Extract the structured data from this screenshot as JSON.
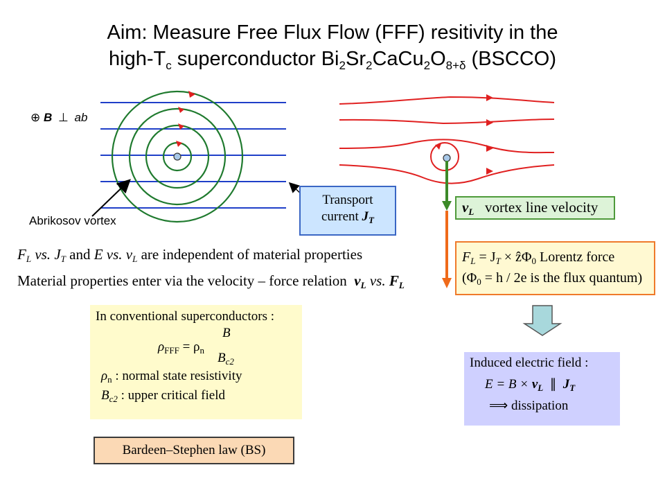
{
  "title": {
    "line1": "Aim: Measure Free Flux Flow (FFF) resitivity in the",
    "line2_a": "high-T",
    "line2_sub_c": "c",
    "line2_b": " superconductor Bi",
    "sub2a": "2",
    "line2_c": "Sr",
    "sub2b": "2",
    "line2_d": "CaCu",
    "sub2c": "2",
    "line2_e": "O",
    "sub_delta": "8+δ",
    "line2_f": " (BSCCO)"
  },
  "field_label": {
    "symbol": "⊕",
    "B": "B",
    "perp": "⊥",
    "ab": "ab"
  },
  "vortex_label": "Abrikosov vortex",
  "transport_box": {
    "line1": "Transport",
    "line2": "current ",
    "J": "J",
    "sub": "T"
  },
  "vl_box": {
    "v": "v",
    "sub": "L",
    "text": "   vortex line velocity"
  },
  "lorentz_box": {
    "line1_a": "F",
    "line1_sub": "L",
    "line1_b": " = J",
    "line1_sub2": "T",
    "line1_c": " × ẑΦ",
    "line1_sub3": "0",
    "line1_d": " Lorentz  force",
    "line2_a": "(Φ",
    "line2_sub": "0",
    "line2_b": " = h / 2e is the flux quantum)"
  },
  "statement1": {
    "F": "F",
    "Fsub": "L",
    "vs1": " vs. ",
    "J": "J",
    "Jsub": "T",
    "and": " and ",
    "E": "E",
    "vs2": " vs. ",
    "v": "v",
    "vsub": "L",
    "rest": " are independent of material properties"
  },
  "statement2": {
    "text": "Material properties enter via the velocity – force relation  ",
    "v": "v",
    "vsub": "L",
    "vs": " vs. ",
    "F": "F",
    "Fsub": "L"
  },
  "conventional_box": {
    "header": "In conventional superconductors :",
    "rho": "ρ",
    "rho_sub": "FFF",
    "eq": " = ρ",
    "rho_n_sub": "n",
    "num": "B",
    "den": "B",
    "den_sub": "c2",
    "line3_rho": "ρ",
    "line3_sub": "n",
    "line3_text": " : normal state resistivity",
    "line4_B": "B",
    "line4_sub": "c2",
    "line4_text": " : upper critical field"
  },
  "bs_label": "Bardeen–Stephen law  (BS)",
  "induced_box": {
    "header": "Induced electric field :",
    "eq_a": "E = B × ",
    "eq_v": "v",
    "eq_vsub": "L",
    "eq_par": "  ∥  ",
    "eq_J": "J",
    "eq_Jsub": "T",
    "line3": "⟹ dissipation"
  },
  "colors": {
    "field_lines": "#1f3fc8",
    "circulating": "#1f7a2e",
    "current_lines": "#e02020",
    "green_arrow": "#3c8a28",
    "orange_arrow": "#ef6a1a",
    "down_arrow": "#a8d8dc"
  }
}
